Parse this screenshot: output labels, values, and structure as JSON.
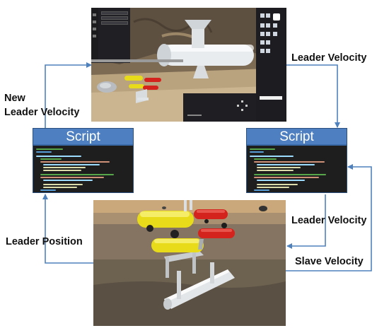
{
  "labels": {
    "new_leader_velocity_line1": "New",
    "new_leader_velocity_line2": "Leader Velocity",
    "leader_velocity_top": "Leader Velocity",
    "leader_position": "Leader Position",
    "leader_velocity_right": "Leader Velocity",
    "slave_velocity": "Slave Velocity"
  },
  "scripts": {
    "left_title": "Script",
    "right_title": "Script"
  },
  "colors": {
    "arrow": "#4f81bd",
    "script_header": "#4d7fc1",
    "code_background": "#1e1e1e",
    "vehicle_yellow": "#e8dc1a",
    "vehicle_red": "#d4231c"
  }
}
